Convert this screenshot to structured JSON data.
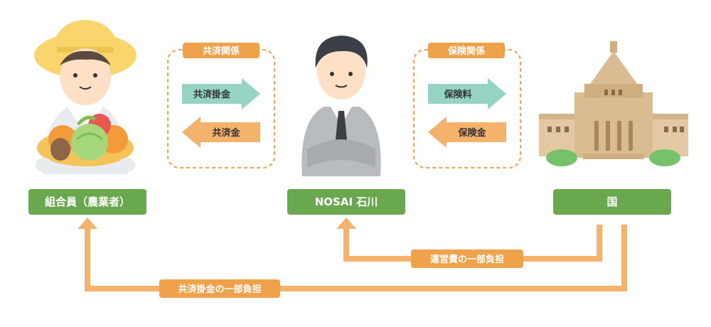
{
  "entities": {
    "farmer": "組合員（農業者）",
    "nosai": "NOSAI 石川",
    "country": "国"
  },
  "relations": {
    "left_title": "共済関係",
    "left_to_right": "共済掛金",
    "left_to_left": "共済金",
    "right_title": "保険関係",
    "right_to_right": "保険料",
    "right_to_left": "保険金"
  },
  "flows": {
    "operating_cost": "運営費の一部負担",
    "premium_share": "共済掛金の一部負担"
  },
  "colors": {
    "green_box": "#6aa84f",
    "orange": "#f0a24b",
    "orange_light": "#f5b26b",
    "teal": "#95d3c4",
    "dashed": "#f0a24b"
  },
  "icons": {
    "farmer": "farmer-illustration",
    "nosai": "businessman-illustration",
    "country": "diet-building-illustration"
  }
}
